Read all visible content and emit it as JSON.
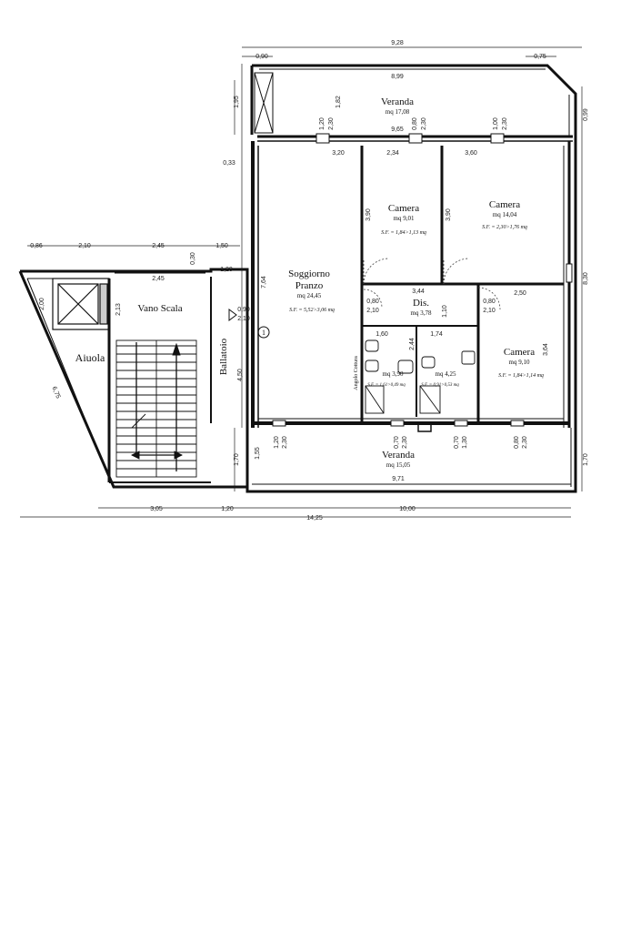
{
  "rooms": {
    "veranda_top": {
      "name": "Veranda",
      "area": "mq 17,08"
    },
    "soggiorno": {
      "name1": "Soggiorno",
      "name2": "Pranzo",
      "area": "mq 24,45",
      "sf": "S.F. = 5,52>3,06 mq"
    },
    "camera1": {
      "name": "Camera",
      "area": "mq 9,01",
      "sf": "S.F. = 1,84>1,13 mq"
    },
    "camera2": {
      "name": "Camera",
      "area": "mq 14,04",
      "sf": "S.F. = 2,30>1,76 mq"
    },
    "camera3": {
      "name": "Camera",
      "area": "mq 9,10",
      "sf": "S.F. = 1,84>1,14 mq"
    },
    "dis": {
      "name": "Dis.",
      "area": "mq 3,78"
    },
    "bagno1": {
      "area": "mq 3,90",
      "sf": "S.F. = 1,61>0,49 mq"
    },
    "bagno2": {
      "area": "mq 4,25",
      "sf": "S.F. = 0,91>0,53 mq"
    },
    "veranda_bottom": {
      "name": "Veranda",
      "area": "mq 15,05"
    },
    "vano_scala": {
      "name": "Vano Scala"
    },
    "aiuola": {
      "name": "Aiuola"
    },
    "ballatoio": {
      "name": "Ballatoio"
    },
    "angolo_cottura": {
      "name": "Angolo Cottura"
    }
  },
  "marker": "1",
  "dims": {
    "top_total": "9,28",
    "top_left": "0,90",
    "top_right": "0,75",
    "top_inner": "8,99",
    "veranda_inner": "9,65",
    "left_195": "1,95",
    "v_182": "1,82",
    "v_120a": "1,20",
    "v_230a": "2,30",
    "v_080a": "0,80",
    "v_230b": "2,30",
    "v_100": "1,00",
    "v_230c": "2,30",
    "right_099": "0,99",
    "w_320": "3,20",
    "w_234": "2,34",
    "w_360": "3,60",
    "left_033": "0,33",
    "h_390a": "3,90",
    "h_390b": "3,90",
    "row_086": "0,86",
    "row_210": "2,10",
    "row_245": "2,45",
    "row_150": "1,50",
    "v_030": "0,30",
    "v_120b": "1,20",
    "right_830": "8,30",
    "stair_245": "2,45",
    "stair_200": "2,00",
    "stair_213": "2,13",
    "h_764": "7,64",
    "d_090": "0,90",
    "d_210": "2,10",
    "dis_344": "3,44",
    "dis_110": "1,10",
    "w_250": "2,50",
    "win_080a": "0,80",
    "win_210a": "2,10",
    "win_080b": "0,80",
    "win_210b": "2,10",
    "w_160": "1,60",
    "w_174": "1,74",
    "h_244": "2,44",
    "h_364": "3,64",
    "h_450": "4,50",
    "diag_675": "6,75",
    "b_120": "1,20",
    "b_230": "2,30",
    "b_070a": "0,70",
    "b_230b": "2,30",
    "b_070b": "0,70",
    "b_130": "1,30",
    "b_080": "0,80",
    "b_230c": "2,30",
    "left_170": "1,70",
    "left_155": "1,55",
    "right_170": "1,70",
    "bottom_inner": "9,71",
    "bot_305": "3,05",
    "bot_120": "1,20",
    "bot_1000": "10,00",
    "bot_1425": "14,25"
  }
}
